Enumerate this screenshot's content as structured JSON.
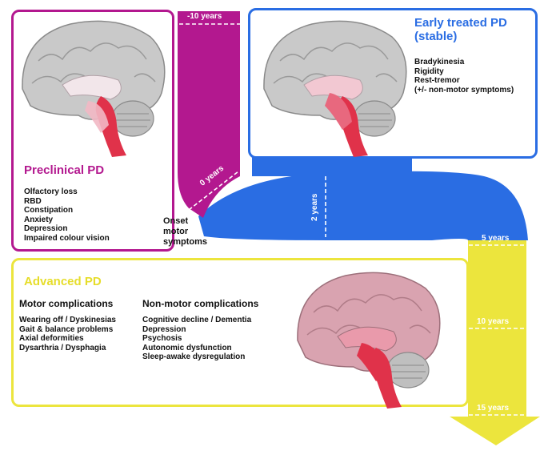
{
  "colors": {
    "preclinical": "#b3188f",
    "early": "#2a6de3",
    "advanced": "#ece53d",
    "advanced_title": "#e6dd2a",
    "brain_cortex": "#c9c9c9",
    "brain_pd_highlight": "#e0324a"
  },
  "preclinical": {
    "title": "Preclinical PD",
    "symptoms": [
      "Olfactory loss",
      "RBD",
      "Constipation",
      "Anxiety",
      "Depression",
      "Impaired colour vision"
    ]
  },
  "early": {
    "title_line1": "Early treated PD",
    "title_line2": "(stable)",
    "symptoms": [
      "Bradykinesia",
      "Rigidity",
      "Rest-tremor",
      "(+/- non-motor symptoms)"
    ]
  },
  "advanced": {
    "title": "Advanced PD",
    "motor_heading": "Motor complications",
    "motor": [
      "Wearing off / Dyskinesias",
      "Gait & balance problems",
      "Axial deformities",
      "Dysarthria / Dysphagia"
    ],
    "nonmotor_heading": "Non-motor complications",
    "nonmotor": [
      "Cognitive decline / Dementia",
      "Depression",
      "Psychosis",
      "Autonomic dysfunction",
      "Sleep-awake dysregulation"
    ]
  },
  "onset": {
    "line1": "Onset",
    "line2": "motor",
    "line3": "symptoms"
  },
  "timeline": {
    "minus10": "-10 years",
    "zero": "0 years",
    "two": "2 years",
    "five": "5 years",
    "ten": "10 years",
    "fifteen": "15 years"
  },
  "icons": {
    "brain_preclinical": "brain-sagittal-icon",
    "brain_early": "brain-sagittal-icon",
    "brain_advanced": "brain-sagittal-icon"
  }
}
